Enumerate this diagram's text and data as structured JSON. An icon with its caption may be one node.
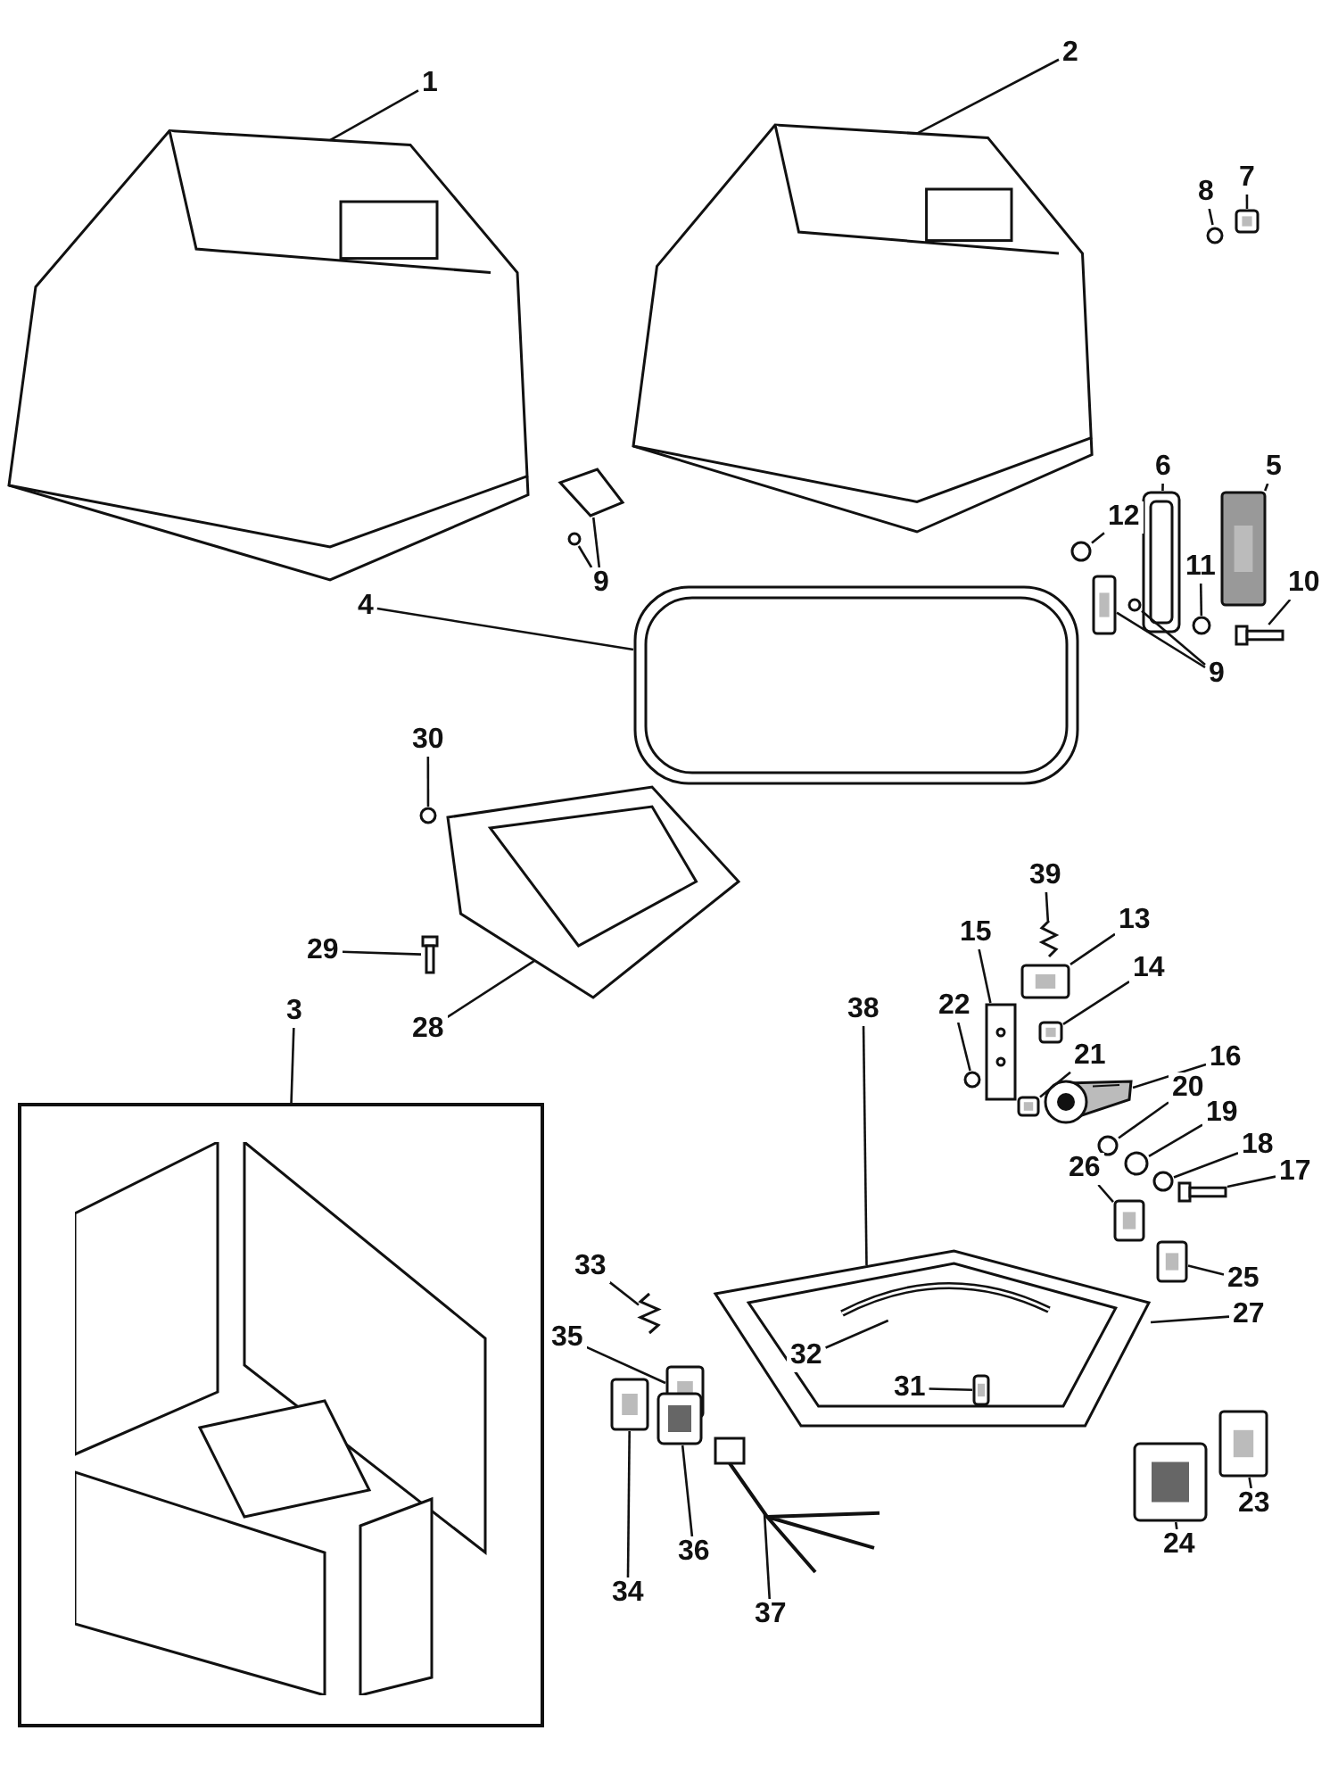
{
  "diagram": {
    "nodes": [
      {
        "text": [
          "1"
        ]
      },
      {
        "text": [],
        "shape": "picture"
      },
      {
        "text": [
          "2"
        ]
      },
      {
        "text": [],
        "shape": "picture"
      },
      {
        "text": [
          "8"
        ]
      },
      {
        "text": [],
        "shape": "circle"
      },
      {
        "text": [
          "7"
        ]
      },
      {
        "text": [],
        "shape": "box"
      },
      {
        "text": [
          "9"
        ]
      },
      {
        "text": [],
        "shape": "picture"
      },
      {
        "text": [],
        "shape": "circle"
      },
      {
        "text": [
          "6"
        ]
      },
      {
        "text": [],
        "shape": "picture"
      },
      {
        "text": [
          "5"
        ]
      },
      {
        "text": [],
        "shape": "box"
      },
      {
        "text": [
          "12"
        ]
      },
      {
        "text": [],
        "shape": "circle"
      },
      {
        "text": [
          "4"
        ]
      },
      {
        "text": [],
        "shape": "picture"
      },
      {
        "text": [
          "11"
        ]
      },
      {
        "text": [],
        "shape": "circle"
      },
      {
        "text": [
          "10"
        ]
      },
      {
        "text": [],
        "shape": "picture"
      },
      {
        "text": [
          "9"
        ]
      },
      {
        "text": [],
        "shape": "box"
      },
      {
        "text": [],
        "shape": "circle"
      },
      {
        "text": [
          "30"
        ]
      },
      {
        "text": [],
        "shape": "circle"
      },
      {
        "text": [
          "29"
        ]
      },
      {
        "text": [],
        "shape": "picture"
      },
      {
        "text": [
          "28"
        ]
      },
      {
        "text": [],
        "shape": "picture"
      },
      {
        "text": [
          "39"
        ]
      },
      {
        "text": [],
        "shape": "picture"
      },
      {
        "text": [
          "13"
        ]
      },
      {
        "text": [],
        "shape": "box"
      },
      {
        "text": [
          "15"
        ]
      },
      {
        "text": [],
        "shape": "picture"
      },
      {
        "text": [
          "14"
        ]
      },
      {
        "text": [],
        "shape": "box"
      },
      {
        "text": [
          "22"
        ]
      },
      {
        "text": [],
        "shape": "circle"
      },
      {
        "text": [
          "3"
        ]
      },
      {
        "text": [],
        "shape": "box"
      },
      {
        "text": [
          "38"
        ]
      },
      {
        "text": [],
        "shape": "picture"
      },
      {
        "text": [
          "21"
        ]
      },
      {
        "text": [],
        "shape": "box"
      },
      {
        "text": [
          "16"
        ]
      },
      {
        "text": [],
        "shape": "picture"
      },
      {
        "text": [
          "20"
        ]
      },
      {
        "text": [],
        "shape": "circle"
      },
      {
        "text": [
          "19"
        ]
      },
      {
        "text": [],
        "shape": "circle"
      },
      {
        "text": [
          "18"
        ]
      },
      {
        "text": [],
        "shape": "circle"
      },
      {
        "text": [
          "17"
        ]
      },
      {
        "text": [],
        "shape": "picture"
      },
      {
        "text": [
          "26"
        ]
      },
      {
        "text": [],
        "shape": "box"
      },
      {
        "text": [
          "25"
        ]
      },
      {
        "text": [],
        "shape": "box"
      },
      {
        "text": [
          "33"
        ]
      },
      {
        "text": [],
        "shape": "picture"
      },
      {
        "text": [
          "32"
        ],
        "in": 45
      },
      {
        "text": [],
        "shape": "picture",
        "in": 45
      },
      {
        "text": [
          "31"
        ],
        "in": 45
      },
      {
        "text": [],
        "shape": "box",
        "in": 45
      },
      {
        "text": [
          "27"
        ]
      },
      {
        "text": [
          "35"
        ]
      },
      {
        "text": [],
        "shape": "box"
      },
      {
        "text": [
          "23"
        ]
      },
      {
        "text": [],
        "shape": "box"
      },
      {
        "text": [
          "24"
        ]
      },
      {
        "text": [],
        "shape": "picture"
      },
      {
        "text": [
          "36"
        ]
      },
      {
        "text": [],
        "shape": "picture"
      },
      {
        "text": [
          "34"
        ]
      },
      {
        "text": [],
        "shape": "box"
      },
      {
        "text": [
          "37"
        ]
      },
      {
        "text": [],
        "shape": "picture"
      }
    ],
    "edges": [
      {
        "from": 0,
        "to": 1,
        "arrow": "none"
      },
      {
        "from": 2,
        "to": 3,
        "arrow": "none"
      },
      {
        "from": 4,
        "to": 5,
        "arrow": "none"
      },
      {
        "from": 6,
        "to": 7,
        "arrow": "none"
      },
      {
        "from": 8,
        "to": 9,
        "arrow": "none"
      },
      {
        "from": 8,
        "to": 10,
        "arrow": "none"
      },
      {
        "from": 11,
        "to": 12,
        "arrow": "none"
      },
      {
        "from": 13,
        "to": 14,
        "arrow": "none"
      },
      {
        "from": 15,
        "to": 16,
        "arrow": "none"
      },
      {
        "from": 17,
        "to": 18,
        "arrow": "none"
      },
      {
        "from": 19,
        "to": 20,
        "arrow": "none"
      },
      {
        "from": 21,
        "to": 22,
        "arrow": "none"
      },
      {
        "from": 23,
        "to": 24,
        "arrow": "none"
      },
      {
        "from": 23,
        "to": 25,
        "arrow": "none"
      },
      {
        "from": 26,
        "to": 27,
        "arrow": "none"
      },
      {
        "from": 28,
        "to": 29,
        "arrow": "none"
      },
      {
        "from": 30,
        "to": 31,
        "arrow": "none"
      },
      {
        "from": 32,
        "to": 33,
        "arrow": "none"
      },
      {
        "from": 34,
        "to": 35,
        "arrow": "none"
      },
      {
        "from": 36,
        "to": 37,
        "arrow": "none"
      },
      {
        "from": 38,
        "to": 39,
        "arrow": "none"
      },
      {
        "from": 40,
        "to": 41,
        "arrow": "none"
      },
      {
        "from": 42,
        "to": 43,
        "arrow": "none"
      },
      {
        "from": 44,
        "to": 45,
        "arrow": "none"
      },
      {
        "from": 46,
        "to": 47,
        "arrow": "none"
      },
      {
        "from": 48,
        "to": 49,
        "arrow": "none"
      },
      {
        "from": 50,
        "to": 51,
        "arrow": "none"
      },
      {
        "from": 52,
        "to": 53,
        "arrow": "none"
      },
      {
        "from": 54,
        "to": 55,
        "arrow": "none"
      },
      {
        "from": 56,
        "to": 57,
        "arrow": "none"
      },
      {
        "from": 58,
        "to": 59,
        "arrow": "none"
      },
      {
        "from": 60,
        "to": 61,
        "arrow": "none"
      },
      {
        "from": 62,
        "to": 63,
        "arrow": "none"
      },
      {
        "from": 64,
        "to": 65,
        "arrow": "none"
      },
      {
        "from": 66,
        "to": 67,
        "arrow": "none"
      },
      {
        "from": 68,
        "to": 45,
        "arrow": "none"
      },
      {
        "from": 69,
        "to": 70,
        "arrow": "none"
      },
      {
        "from": 71,
        "to": 72,
        "arrow": "none"
      },
      {
        "from": 73,
        "to": 74,
        "arrow": "none"
      },
      {
        "from": 75,
        "to": 76,
        "arrow": "none"
      },
      {
        "from": 77,
        "to": 78,
        "arrow": "none"
      },
      {
        "from": 79,
        "to": 80,
        "arrow": "none"
      }
    ]
  }
}
